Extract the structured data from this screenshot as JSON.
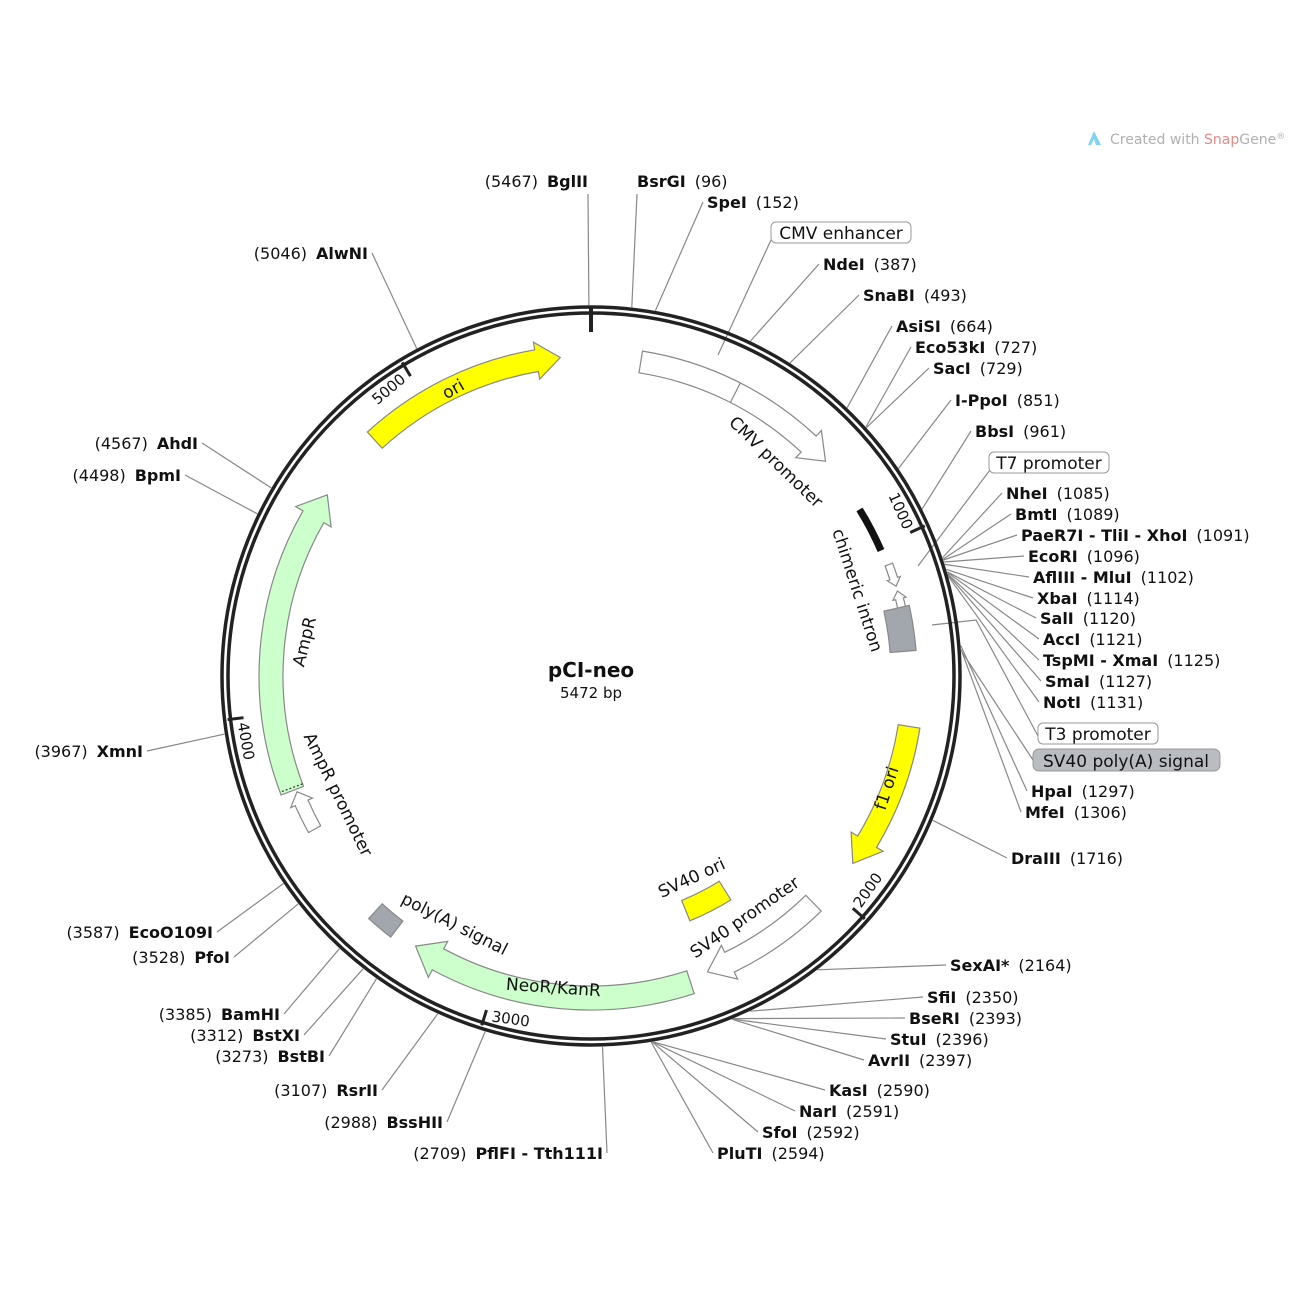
{
  "plasmid": {
    "name": "pCI-neo",
    "length": "5472 bp"
  },
  "logo": {
    "prefix": "Created with ",
    "brand_a": "Snap",
    "brand_b": "Gene",
    "mark": "®"
  },
  "colors": {
    "yellow": "#ffff00",
    "green": "#ccffcc",
    "gray": "#a2a7ae",
    "white": "#ffffff",
    "ring": "#222222",
    "snap": "#e58a86"
  },
  "sites": [
    {
      "name": "BglII",
      "pos": 5467
    },
    {
      "name": "BsrGI",
      "pos": 96
    },
    {
      "name": "SpeI",
      "pos": 152
    },
    {
      "name": "NdeI",
      "pos": 387
    },
    {
      "name": "SnaBI",
      "pos": 493
    },
    {
      "name": "AsiSI",
      "pos": 664
    },
    {
      "name": "Eco53kI",
      "pos": 727
    },
    {
      "name": "SacI",
      "pos": 729
    },
    {
      "name": "I-PpoI",
      "pos": 851
    },
    {
      "name": "BbsI",
      "pos": 961
    },
    {
      "name": "NheI",
      "pos": 1085
    },
    {
      "name": "BmtI",
      "pos": 1089
    },
    {
      "name": "PaeR7I - TliI - XhoI",
      "pos": 1091
    },
    {
      "name": "EcoRI",
      "pos": 1096
    },
    {
      "name": "AflIII - MluI",
      "pos": 1102
    },
    {
      "name": "XbaI",
      "pos": 1114
    },
    {
      "name": "SalI",
      "pos": 1120
    },
    {
      "name": "AccI",
      "pos": 1121
    },
    {
      "name": "TspMI - XmaI",
      "pos": 1125
    },
    {
      "name": "SmaI",
      "pos": 1127
    },
    {
      "name": "NotI",
      "pos": 1131
    },
    {
      "name": "HpaI",
      "pos": 1297
    },
    {
      "name": "MfeI",
      "pos": 1306
    },
    {
      "name": "DraIII",
      "pos": 1716
    },
    {
      "name": "SexAI*",
      "pos": 2164,
      "muted": true
    },
    {
      "name": "SfiI",
      "pos": 2350
    },
    {
      "name": "BseRI",
      "pos": 2393
    },
    {
      "name": "StuI",
      "pos": 2396
    },
    {
      "name": "AvrII",
      "pos": 2397
    },
    {
      "name": "KasI",
      "pos": 2590
    },
    {
      "name": "NarI",
      "pos": 2591
    },
    {
      "name": "SfoI",
      "pos": 2592
    },
    {
      "name": "PluTI",
      "pos": 2594
    },
    {
      "name": "PflFI - Tth111I",
      "pos": 2709
    },
    {
      "name": "BssHII",
      "pos": 2988
    },
    {
      "name": "RsrII",
      "pos": 3107
    },
    {
      "name": "BstBI",
      "pos": 3273
    },
    {
      "name": "BstXI",
      "pos": 3312
    },
    {
      "name": "BamHI",
      "pos": 3385
    },
    {
      "name": "PfoI",
      "pos": 3528
    },
    {
      "name": "EcoO109I",
      "pos": 3587
    },
    {
      "name": "XmnI",
      "pos": 3967
    },
    {
      "name": "BpmI",
      "pos": 4498
    },
    {
      "name": "AhdI",
      "pos": 4567
    },
    {
      "name": "AlwNI",
      "pos": 5046
    }
  ],
  "boxed_labels": [
    {
      "label": "CMV enhancer",
      "style": "white"
    },
    {
      "label": "T7 promoter",
      "style": "white"
    },
    {
      "label": "T3 promoter",
      "style": "white"
    },
    {
      "label": "SV40 poly(A) signal",
      "style": "gray"
    }
  ],
  "features": [
    {
      "label": "ori",
      "color": "yellow"
    },
    {
      "label": "CMV promoter",
      "color": "white"
    },
    {
      "label": "chimeric intron",
      "color": "black"
    },
    {
      "label": "f1 ori",
      "color": "yellow"
    },
    {
      "label": "SV40 ori",
      "color": "yellow"
    },
    {
      "label": "SV40 promoter",
      "color": "white"
    },
    {
      "label": "NeoR/KanR",
      "color": "green"
    },
    {
      "label": "poly(A) signal",
      "color": "gray"
    },
    {
      "label": "AmpR",
      "color": "green"
    },
    {
      "label": "AmpR promoter",
      "color": "white"
    }
  ],
  "ticks": [
    "1000",
    "2000",
    "3000",
    "4000",
    "5000"
  ]
}
